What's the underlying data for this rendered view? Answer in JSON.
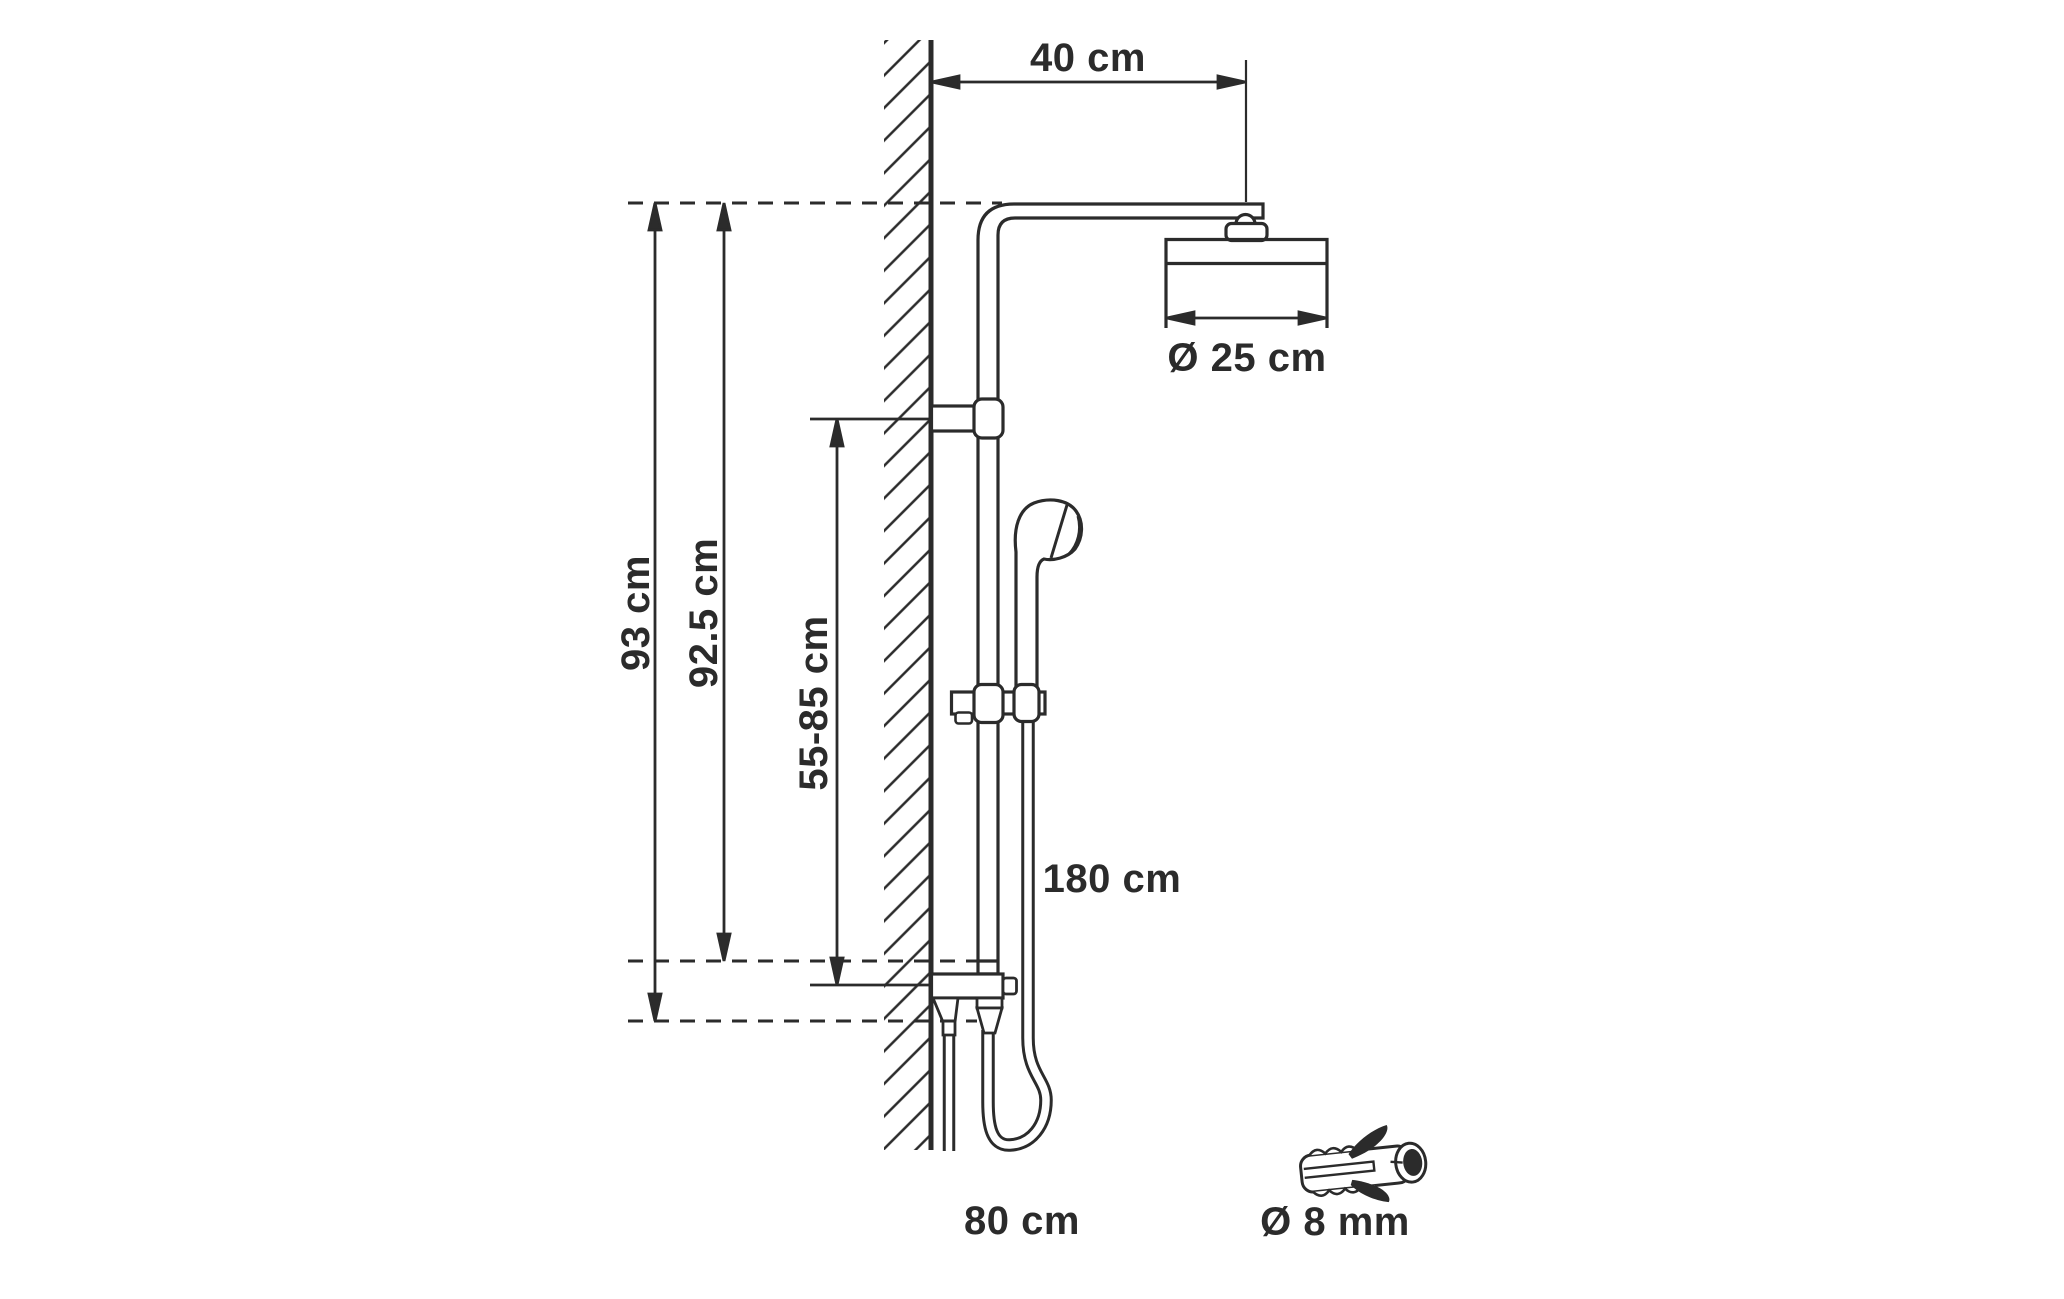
{
  "page": {
    "background": "#ffffff",
    "line_color": "#2b2b2b"
  },
  "labels": {
    "distance_from_wall": "40 cm",
    "head_diameter": "Ø 25 cm",
    "total_height": "93 cm",
    "riser_height": "92.5 cm",
    "slider_range": "55-85 cm",
    "hose_length": "180 cm",
    "bottom_width": "80 cm",
    "anchor_diameter": "Ø 8 mm"
  }
}
